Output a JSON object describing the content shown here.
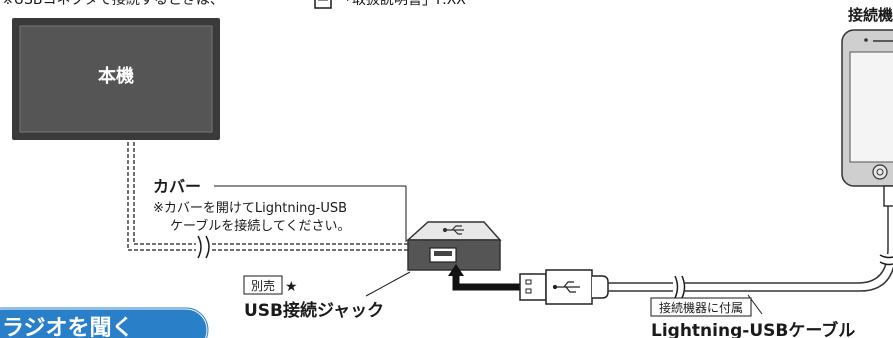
{
  "top_note": {
    "prefix": "※USBコネクタで接続するときは、",
    "suffix": "「取扱説明書」P.XX"
  },
  "main_unit": {
    "label": "本機"
  },
  "cover": {
    "title": "カバー",
    "note_line1": "※カバーを開けてLightning-USB",
    "note_line2": "ケーブルを接続してください。"
  },
  "jack": {
    "badge": "別売",
    "star": "★",
    "label": "USB接続ジャック"
  },
  "device": {
    "label": "接続機器"
  },
  "cable": {
    "badge": "接続機器に付属",
    "label": "Lightning-USBケーブル"
  },
  "radio_banner": {
    "label": "ラジオを聞く"
  },
  "colors": {
    "unit_fill": "#555555",
    "unit_frame": "#3a3a3a",
    "jack_top": "#e8e8e8",
    "jack_front": "#555555",
    "phone_body": "#cfcfcf",
    "phone_screen": "#f4f4f4",
    "banner_fill": "#2a7fc9",
    "banner_text": "#ffffff"
  }
}
